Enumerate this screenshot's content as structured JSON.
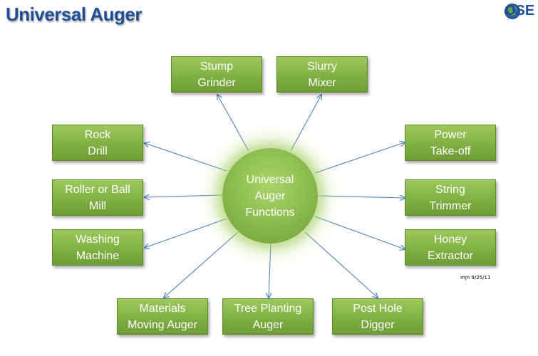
{
  "header": {
    "title": "Universal Auger",
    "logo_text": "OSE"
  },
  "center": {
    "line1": "Universal",
    "line2": "Auger",
    "line3": "Functions"
  },
  "functions": [
    {
      "id": "stump-grinder",
      "line1": "Stump",
      "line2": "Grinder"
    },
    {
      "id": "slurry-mixer",
      "line1": "Slurry",
      "line2": "Mixer"
    },
    {
      "id": "rock-drill",
      "line1": "Rock",
      "line2": "Drill"
    },
    {
      "id": "power-take-off",
      "line1": "Power",
      "line2": "Take-off"
    },
    {
      "id": "roller-or-ball-mill",
      "line1": "Roller or Ball",
      "line2": "Mill"
    },
    {
      "id": "string-trimmer",
      "line1": "String",
      "line2": "Trimmer"
    },
    {
      "id": "washing-machine",
      "line1": "Washing",
      "line2": "Machine"
    },
    {
      "id": "honey-extractor",
      "line1": "Honey",
      "line2": "Extractor"
    },
    {
      "id": "materials-moving-auger",
      "line1": "Materials",
      "line2": "Moving Auger"
    },
    {
      "id": "tree-planting-auger",
      "line1": "Tree Planting",
      "line2": "Auger"
    },
    {
      "id": "post-hole-digger",
      "line1": "Post Hole",
      "line2": "Digger"
    }
  ],
  "colors": {
    "title": "#1f4e96",
    "box_fill": "#80b043",
    "arrow": "#4f81bd"
  },
  "footnote": "mjn 9/25/11"
}
